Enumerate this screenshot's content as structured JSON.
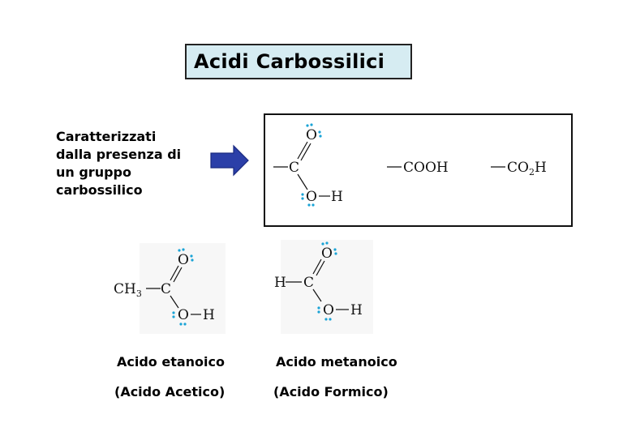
{
  "title": "Acidi Carbossilici",
  "description": {
    "lines": [
      "Caratterizzati",
      "dalla presenza di",
      "un gruppo",
      "carbossilico"
    ]
  },
  "carboxyl": {
    "atom_o_top": "O",
    "atom_c": "C",
    "atom_oh_o": "O",
    "atom_oh_h": "H",
    "formula_cooh": "COOH",
    "formula_co2h_a": "CO",
    "formula_co2h_sub": "2",
    "formula_co2h_b": "H"
  },
  "acetic": {
    "ch3_main": "CH",
    "ch3_sub": "3",
    "atom_c": "C",
    "atom_o_top": "O",
    "atom_oh_o": "O",
    "atom_oh_h": "H",
    "name": "Acido etanoico",
    "common_name": "(Acido Acetico)"
  },
  "formic": {
    "atom_h": "H",
    "atom_c": "C",
    "atom_o_top": "O",
    "atom_oh_o": "O",
    "atom_oh_h": "H",
    "name": "Acido metanoico",
    "common_name": "(Acido Formico)"
  },
  "colors": {
    "title_bg": "#d6ecf2",
    "arrow_fill": "#2b3fa8",
    "lone_pair": "#1aa3d6"
  }
}
